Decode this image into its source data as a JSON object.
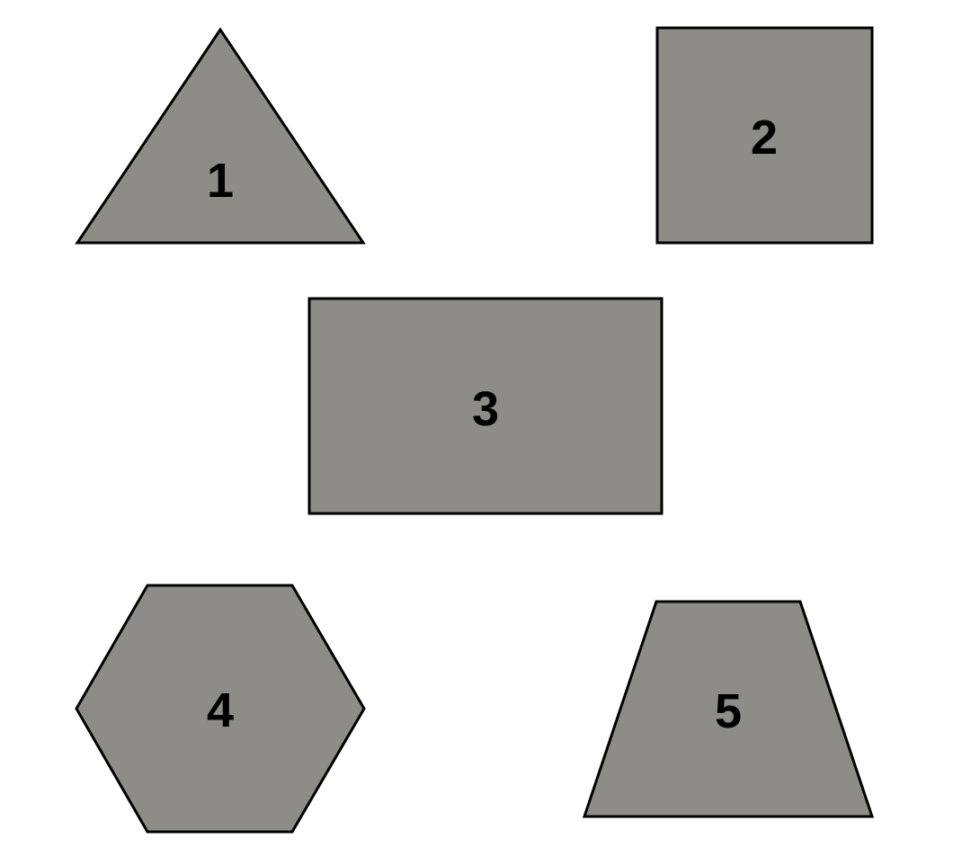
{
  "colors": {
    "shape_fill": "#8d8c87",
    "stroke": "#000000",
    "background": "#ffffff"
  },
  "shapes": [
    {
      "kind": "triangle",
      "label": "1"
    },
    {
      "kind": "square",
      "label": "2"
    },
    {
      "kind": "rectangle",
      "label": "3"
    },
    {
      "kind": "hexagon",
      "label": "4"
    },
    {
      "kind": "trapezoid",
      "label": "5"
    }
  ]
}
